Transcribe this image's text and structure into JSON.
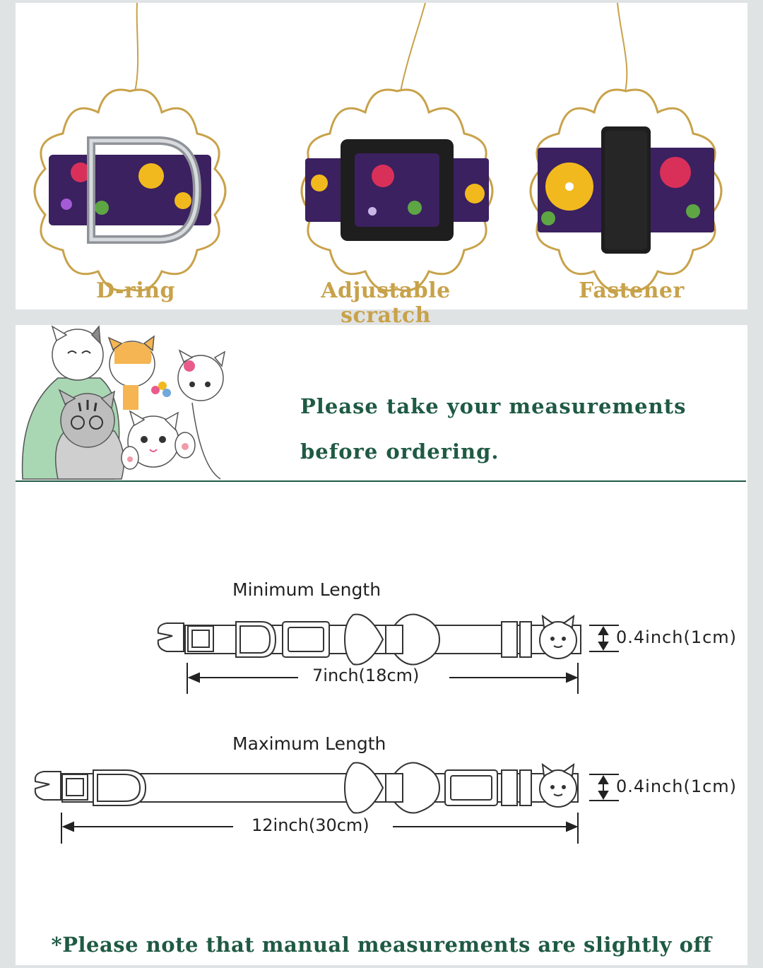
{
  "features": [
    {
      "label": "D-ring",
      "icon": "d-ring-icon"
    },
    {
      "label": "Adjustable scratch",
      "icon": "slide-buckle-icon"
    },
    {
      "label": "Fastener",
      "icon": "fastener-loop-icon"
    }
  ],
  "notice": {
    "line1": "Please take your measurements",
    "line2": "before ordering."
  },
  "diagrams": {
    "minimum": {
      "title": "Minimum Length",
      "length": "7inch(18cm)",
      "width": "0.4inch(1cm)"
    },
    "maximum": {
      "title": "Maximum Length",
      "length": "12inch(30cm)",
      "width": "0.4inch(1cm)"
    }
  },
  "footnote": "*Please note that manual measurements are slightly off",
  "colors": {
    "gold": "#c8a24a",
    "green": "#1f5a44",
    "fabric": "#3b2160"
  }
}
